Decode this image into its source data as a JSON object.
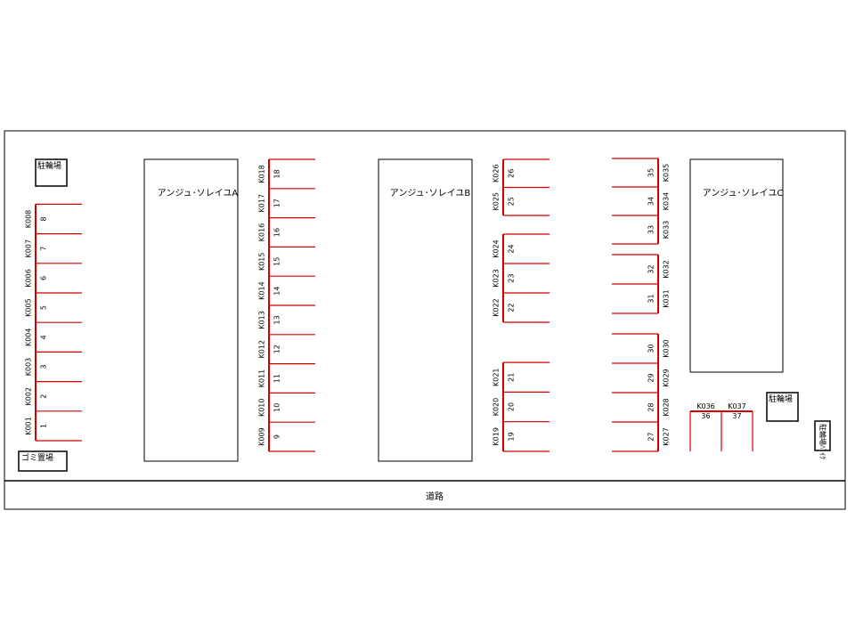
{
  "map": {
    "road_label": "道路",
    "buildings": {
      "a": "アンジュ･ソレイユA",
      "b": "アンジュ･ソレイユB",
      "c": "アンジュ･ソレイユC"
    },
    "bike_parking_label": "駐輪場",
    "garbage_label": "ゴミ置場",
    "small_box_label": "駐輪場ﾊﾞｲｸ"
  },
  "parking": {
    "col1": [
      {
        "code": "K001",
        "num": "1"
      },
      {
        "code": "K002",
        "num": "2"
      },
      {
        "code": "K003",
        "num": "3"
      },
      {
        "code": "K004",
        "num": "4"
      },
      {
        "code": "K005",
        "num": "5"
      },
      {
        "code": "K006",
        "num": "6"
      },
      {
        "code": "K007",
        "num": "7"
      },
      {
        "code": "K008",
        "num": "8"
      }
    ],
    "col2": [
      {
        "code": "K009",
        "num": "9"
      },
      {
        "code": "K010",
        "num": "10"
      },
      {
        "code": "K011",
        "num": "11"
      },
      {
        "code": "K012",
        "num": "12"
      },
      {
        "code": "K013",
        "num": "13"
      },
      {
        "code": "K014",
        "num": "14"
      },
      {
        "code": "K015",
        "num": "15"
      },
      {
        "code": "K016",
        "num": "16"
      },
      {
        "code": "K017",
        "num": "17"
      },
      {
        "code": "K018",
        "num": "18"
      }
    ],
    "col3_bottom": [
      {
        "code": "K019",
        "num": "19"
      },
      {
        "code": "K020",
        "num": "20"
      },
      {
        "code": "K021",
        "num": "21"
      }
    ],
    "col3_mid": [
      {
        "code": "K022",
        "num": "22"
      },
      {
        "code": "K023",
        "num": "23"
      },
      {
        "code": "K024",
        "num": "24"
      }
    ],
    "col3_top": [
      {
        "code": "K025",
        "num": "25"
      },
      {
        "code": "K026",
        "num": "26"
      }
    ],
    "col4_bottom": [
      {
        "code": "K027",
        "num": "27"
      },
      {
        "code": "K028",
        "num": "28"
      },
      {
        "code": "K029",
        "num": "29"
      },
      {
        "code": "K030",
        "num": "30"
      }
    ],
    "col4_mid": [
      {
        "code": "K031",
        "num": "31"
      },
      {
        "code": "K032",
        "num": "32"
      }
    ],
    "col4_top": [
      {
        "code": "K033",
        "num": "33"
      },
      {
        "code": "K034",
        "num": "34"
      },
      {
        "code": "K035",
        "num": "35"
      }
    ],
    "horizontal": [
      {
        "code": "K036",
        "num": "36"
      },
      {
        "code": "K037",
        "num": "37"
      }
    ]
  },
  "colors": {
    "stall_line": "#d40000",
    "outline": "#000000"
  }
}
